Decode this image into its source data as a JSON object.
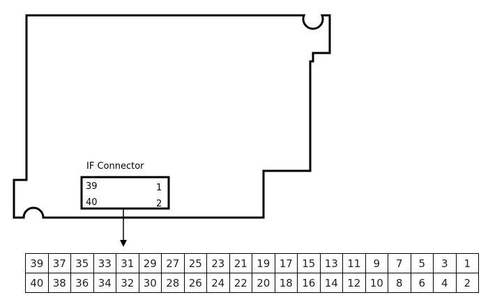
{
  "connector": {
    "label": "IF Connector",
    "pin_top_left": "39",
    "pin_top_right": "1",
    "pin_bottom_left": "40",
    "pin_bottom_right": "2"
  },
  "pin_table": {
    "rows": [
      [
        "39",
        "37",
        "35",
        "33",
        "31",
        "29",
        "27",
        "25",
        "23",
        "21",
        "19",
        "17",
        "15",
        "13",
        "11",
        "9",
        "7",
        "5",
        "3",
        "1"
      ],
      [
        "40",
        "38",
        "36",
        "34",
        "32",
        "30",
        "28",
        "26",
        "24",
        "22",
        "20",
        "18",
        "16",
        "14",
        "12",
        "10",
        "8",
        "6",
        "4",
        "2"
      ]
    ]
  },
  "colors": {
    "line": "#000000",
    "text": "#222222",
    "background": "#ffffff"
  }
}
